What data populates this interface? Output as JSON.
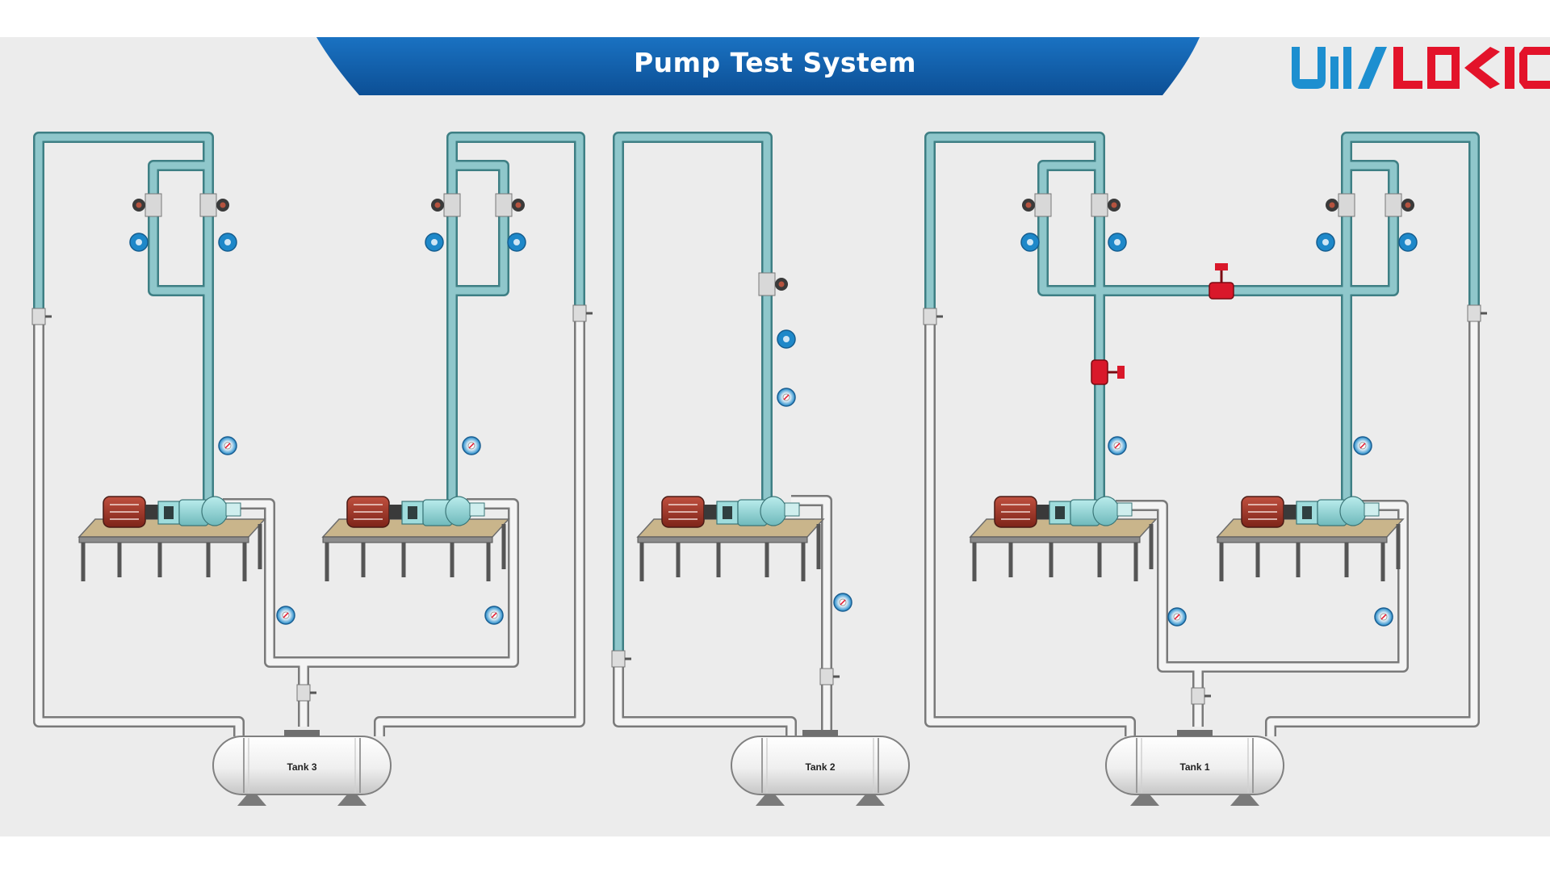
{
  "header": {
    "title": "Pump Test System"
  },
  "logo": {
    "text": "UNILOGIC",
    "colors": {
      "blue": "#1d8fd0",
      "red": "#e3132a"
    }
  },
  "tanks": [
    {
      "id": "tank-3",
      "label": "Tank 3"
    },
    {
      "id": "tank-2",
      "label": "Tank 2"
    },
    {
      "id": "tank-1",
      "label": "Tank 1"
    }
  ],
  "colors": {
    "pipe_discharge": "#7fb9bd",
    "pipe_suction": "#f4f4f4",
    "panel_bg": "#ececec",
    "banner": "#0f5fa8",
    "motor": "#a3352a",
    "pump": "#8fd3d4",
    "valve_red": "#d9182a",
    "skid": "#c9b58b"
  }
}
